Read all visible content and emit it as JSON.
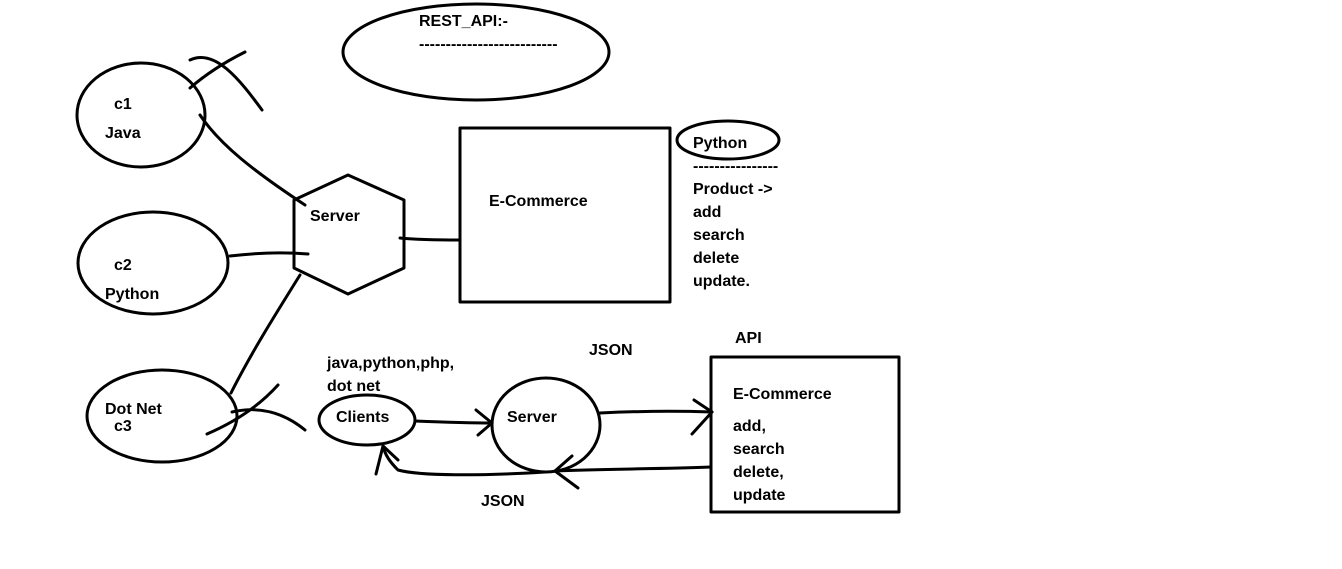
{
  "title": {
    "text": "REST_API:-",
    "underline": "--------------------------"
  },
  "left_clients": [
    {
      "id": "c1",
      "label": "c1",
      "lang": "Java"
    },
    {
      "id": "c2",
      "label": "c2",
      "lang": "Python"
    },
    {
      "id": "c3",
      "label": "c3",
      "lang": "Dot Net"
    }
  ],
  "server_top": "Server",
  "ecommerce_top": "E-Commerce",
  "python_note": {
    "title": "Python",
    "divider": "----------------",
    "lines": [
      "Product ->",
      "add",
      "search",
      "delete",
      "update."
    ]
  },
  "bottom_flow": {
    "client_langs_line1": "java,python,php,",
    "client_langs_line2": "dot net",
    "clients": "Clients",
    "server": "Server",
    "json_top": "JSON",
    "json_bottom": "JSON",
    "api_label": "API",
    "ecommerce_title": "E-Commerce",
    "ops": [
      "add,",
      "search",
      "delete,",
      "update"
    ]
  }
}
